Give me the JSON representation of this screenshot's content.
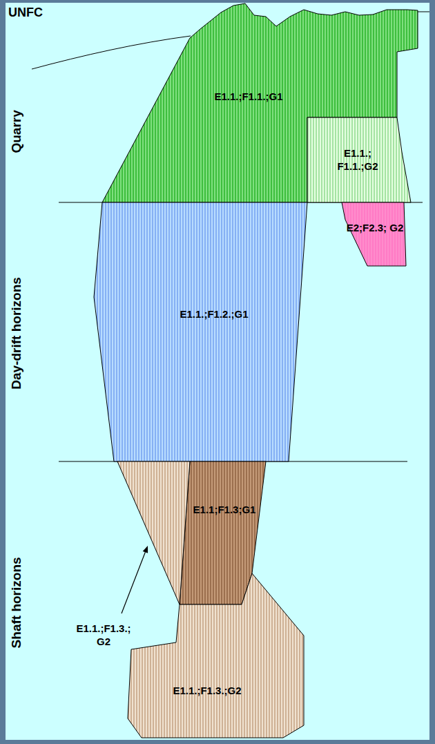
{
  "diagram": {
    "nodes": [
      {
        "text": [
          "E1.1.;F1.1.;G1"
        ]
      },
      {
        "text": [
          "E1.1.; F1.1.;G2"
        ]
      },
      {
        "text": [
          "E2;F2.3; G2"
        ]
      },
      {
        "text": [
          "E1.1.;F1.2.;G1"
        ]
      },
      {
        "text": [
          "E1.1;F1.3;G1"
        ]
      },
      {
        "text": [
          "E1.1.;F1.3.; G2"
        ]
      },
      {
        "text": [
          "E1.1.;F1.3.;G2"
        ]
      }
    ],
    "labels": [
      "UNFC",
      "Quarry",
      "Day-drift horizons",
      "Shaft horizons"
    ]
  }
}
